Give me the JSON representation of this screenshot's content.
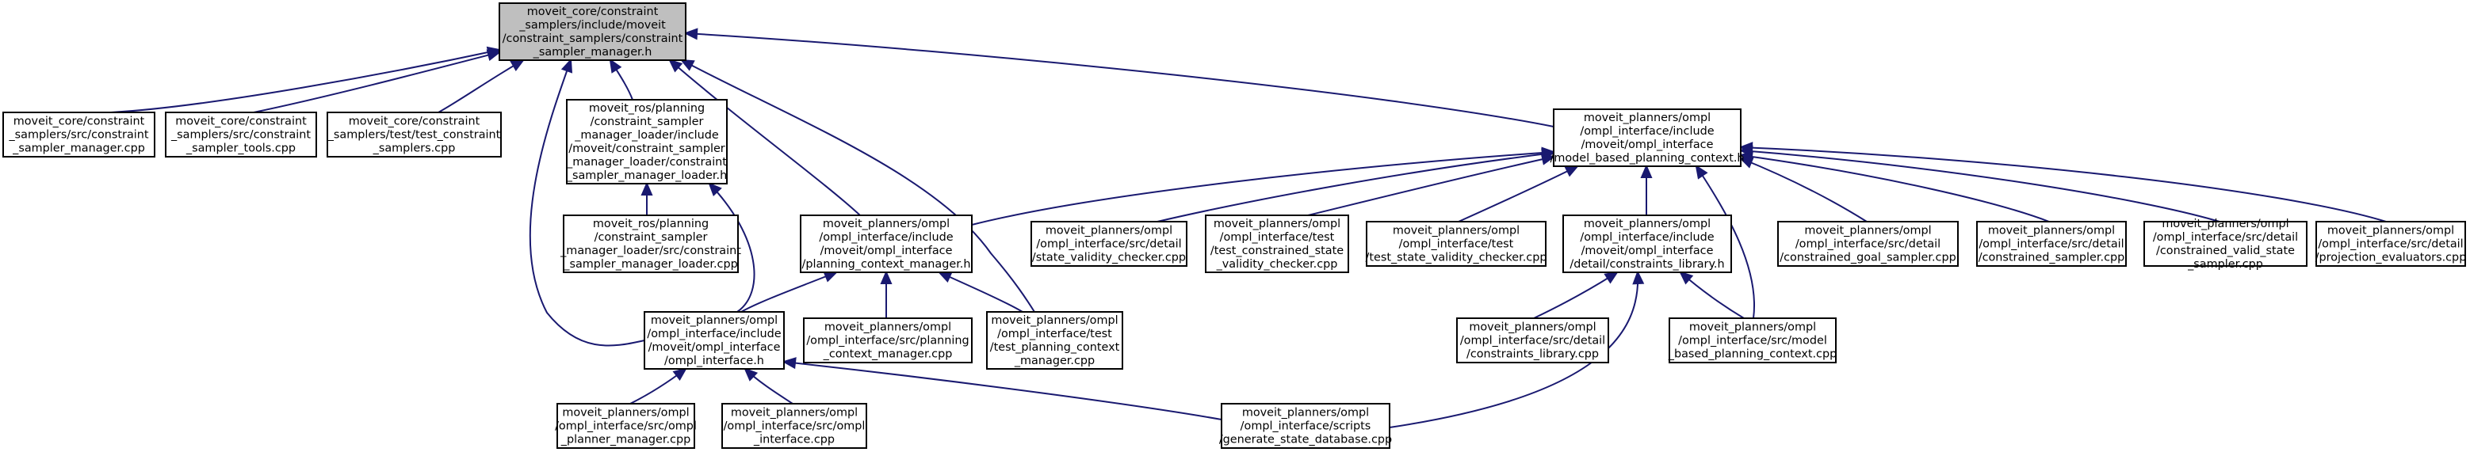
{
  "graph": {
    "colors": {
      "edge": "#191970",
      "node_border": "#000000",
      "root_fill": "#bfbfbf",
      "node_fill": "#ffffff"
    },
    "nodes": [
      {
        "id": "root",
        "lines": [
          "moveit_core/constraint",
          "_samplers/include/moveit",
          "/constraint_samplers/constraint",
          "_sampler_manager.h"
        ]
      },
      {
        "id": "csm_cpp",
        "lines": [
          "moveit_core/constraint",
          "_samplers/src/constraint",
          "_sampler_manager.cpp"
        ]
      },
      {
        "id": "cst_cpp",
        "lines": [
          "moveit_core/constraint",
          "_samplers/src/constraint",
          "_sampler_tools.cpp"
        ]
      },
      {
        "id": "test_cs_cpp",
        "lines": [
          "moveit_core/constraint",
          "_samplers/test/test_constraint",
          "_samplers.cpp"
        ]
      },
      {
        "id": "csml_h",
        "lines": [
          "moveit_ros/planning",
          "/constraint_sampler",
          "_manager_loader/include",
          "/moveit/constraint_sampler",
          "_manager_loader/constraint",
          "_sampler_manager_loader.h"
        ]
      },
      {
        "id": "csml_cpp",
        "lines": [
          "moveit_ros/planning",
          "/constraint_sampler",
          "_manager_loader/src/constraint",
          "_sampler_manager_loader.cpp"
        ]
      },
      {
        "id": "mbpc_h",
        "lines": [
          "moveit_planners/ompl",
          "/ompl_interface/include",
          "/moveit/ompl_interface",
          "/model_based_planning_context.h"
        ]
      },
      {
        "id": "pcm_h",
        "lines": [
          "moveit_planners/ompl",
          "/ompl_interface/include",
          "/moveit/ompl_interface",
          "/planning_context_manager.h"
        ]
      },
      {
        "id": "svc_cpp",
        "lines": [
          "moveit_planners/ompl",
          "/ompl_interface/src/detail",
          "/state_validity_checker.cpp"
        ]
      },
      {
        "id": "tcsvc_cpp",
        "lines": [
          "moveit_planners/ompl",
          "/ompl_interface/test",
          "/test_constrained_state",
          "_validity_checker.cpp"
        ]
      },
      {
        "id": "tsvc_cpp",
        "lines": [
          "moveit_planners/ompl",
          "/ompl_interface/test",
          "/test_state_validity_checker.cpp"
        ]
      },
      {
        "id": "cl_h",
        "lines": [
          "moveit_planners/ompl",
          "/ompl_interface/include",
          "/moveit/ompl_interface",
          "/detail/constraints_library.h"
        ]
      },
      {
        "id": "cgs_cpp",
        "lines": [
          "moveit_planners/ompl",
          "/ompl_interface/src/detail",
          "/constrained_goal_sampler.cpp"
        ]
      },
      {
        "id": "cs_cpp",
        "lines": [
          "moveit_planners/ompl",
          "/ompl_interface/src/detail",
          "/constrained_sampler.cpp"
        ]
      },
      {
        "id": "cvss_cpp",
        "lines": [
          "moveit_planners/ompl",
          "/ompl_interface/src/detail",
          "/constrained_valid_state",
          "_sampler.cpp"
        ]
      },
      {
        "id": "pe_cpp",
        "lines": [
          "moveit_planners/ompl",
          "/ompl_interface/src/detail",
          "/projection_evaluators.cpp"
        ]
      },
      {
        "id": "oi_h",
        "lines": [
          "moveit_planners/ompl",
          "/ompl_interface/include",
          "/moveit/ompl_interface",
          "/ompl_interface.h"
        ]
      },
      {
        "id": "pcm_cpp",
        "lines": [
          "moveit_planners/ompl",
          "/ompl_interface/src/planning",
          "_context_manager.cpp"
        ]
      },
      {
        "id": "tpcm_cpp",
        "lines": [
          "moveit_planners/ompl",
          "/ompl_interface/test",
          "/test_planning_context",
          "_manager.cpp"
        ]
      },
      {
        "id": "cl_cpp",
        "lines": [
          "moveit_planners/ompl",
          "/ompl_interface/src/detail",
          "/constraints_library.cpp"
        ]
      },
      {
        "id": "mbpc_cpp",
        "lines": [
          "moveit_planners/ompl",
          "/ompl_interface/src/model",
          "_based_planning_context.cpp"
        ]
      },
      {
        "id": "opm_cpp",
        "lines": [
          "moveit_planners/ompl",
          "/ompl_interface/src/ompl",
          "_planner_manager.cpp"
        ]
      },
      {
        "id": "oi_cpp",
        "lines": [
          "moveit_planners/ompl",
          "/ompl_interface/src/ompl",
          "_interface.cpp"
        ]
      },
      {
        "id": "gsd_cpp",
        "lines": [
          "moveit_planners/ompl",
          "/ompl_interface/scripts",
          "/generate_state_database.cpp"
        ]
      }
    ]
  }
}
